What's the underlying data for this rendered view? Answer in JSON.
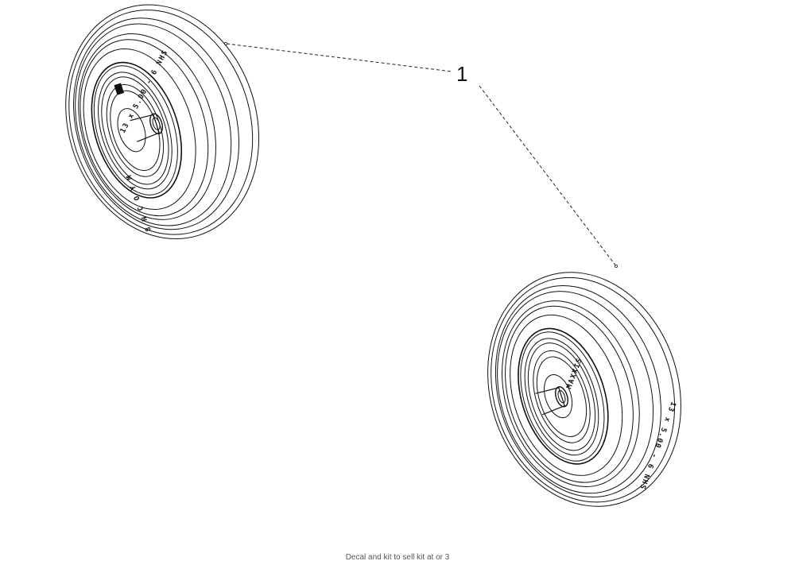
{
  "callout": {
    "label": "1"
  },
  "tire_marking": "13 x 5.00 - 6 NHS",
  "footer": {
    "text": "Decal and kit to sell kit at or 3"
  }
}
